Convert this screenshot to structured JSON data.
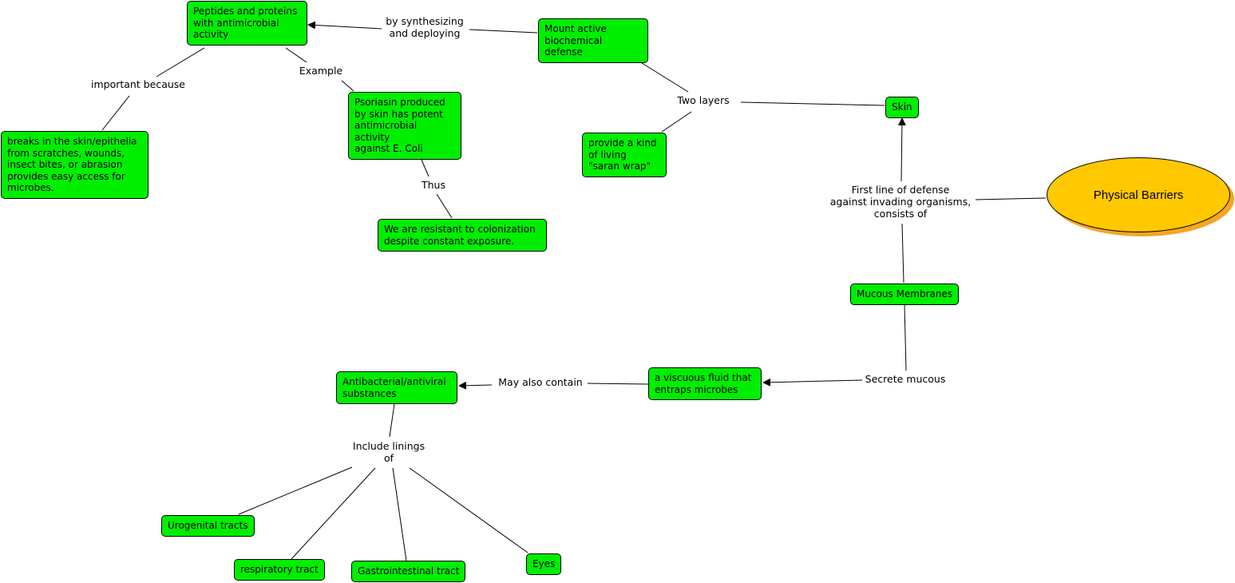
{
  "colors": {
    "node_fill": "#00ee00",
    "root_fill": "#ffc800",
    "root_shadow": "#f5a623",
    "line": "#000000"
  },
  "root": "Physical Barriers",
  "nodes": {
    "skin": "Skin",
    "mucous_membranes": "Mucous Membranes",
    "mount_defense": "Mount active\nbiochemical defense",
    "saran_wrap": "provide a kind\nof living\n\"saran wrap\"",
    "peptides": "Peptides and proteins\nwith antimicrobial\nactivity",
    "breaks": "breaks in the skin/epithelia\nfrom scratches, wounds,\ninsect bites, or abrasion\nprovides easy access for\nmicrobes.",
    "psoriasin": "Psoriasin produced\nby skin has potent\nantimicrobial activity\nagainst E. Coli",
    "resistant": "We are resistant to colonization\ndespite constant exposure.",
    "viscous_fluid": "a viscuous fluid that\nentraps microbes",
    "antibacterial": "Antibacterial/antiviral\nsubstances",
    "urogenital": "Urogenital tracts",
    "respiratory": "respiratory tract",
    "gastrointestinal": "Gastrointestinal tract",
    "eyes": "Eyes"
  },
  "links": {
    "first_line": "First line of defense\nagainst invading organisms,\nconsists of",
    "two_layers": "Two layers",
    "by_synthesizing": "by synthesizing\nand deploying",
    "important_because": "important because",
    "example": "Example",
    "thus": "Thus",
    "secrete_mucous": "Secrete mucous",
    "may_also_contain": "May also contain",
    "include_linings": "Include linings\nof"
  }
}
